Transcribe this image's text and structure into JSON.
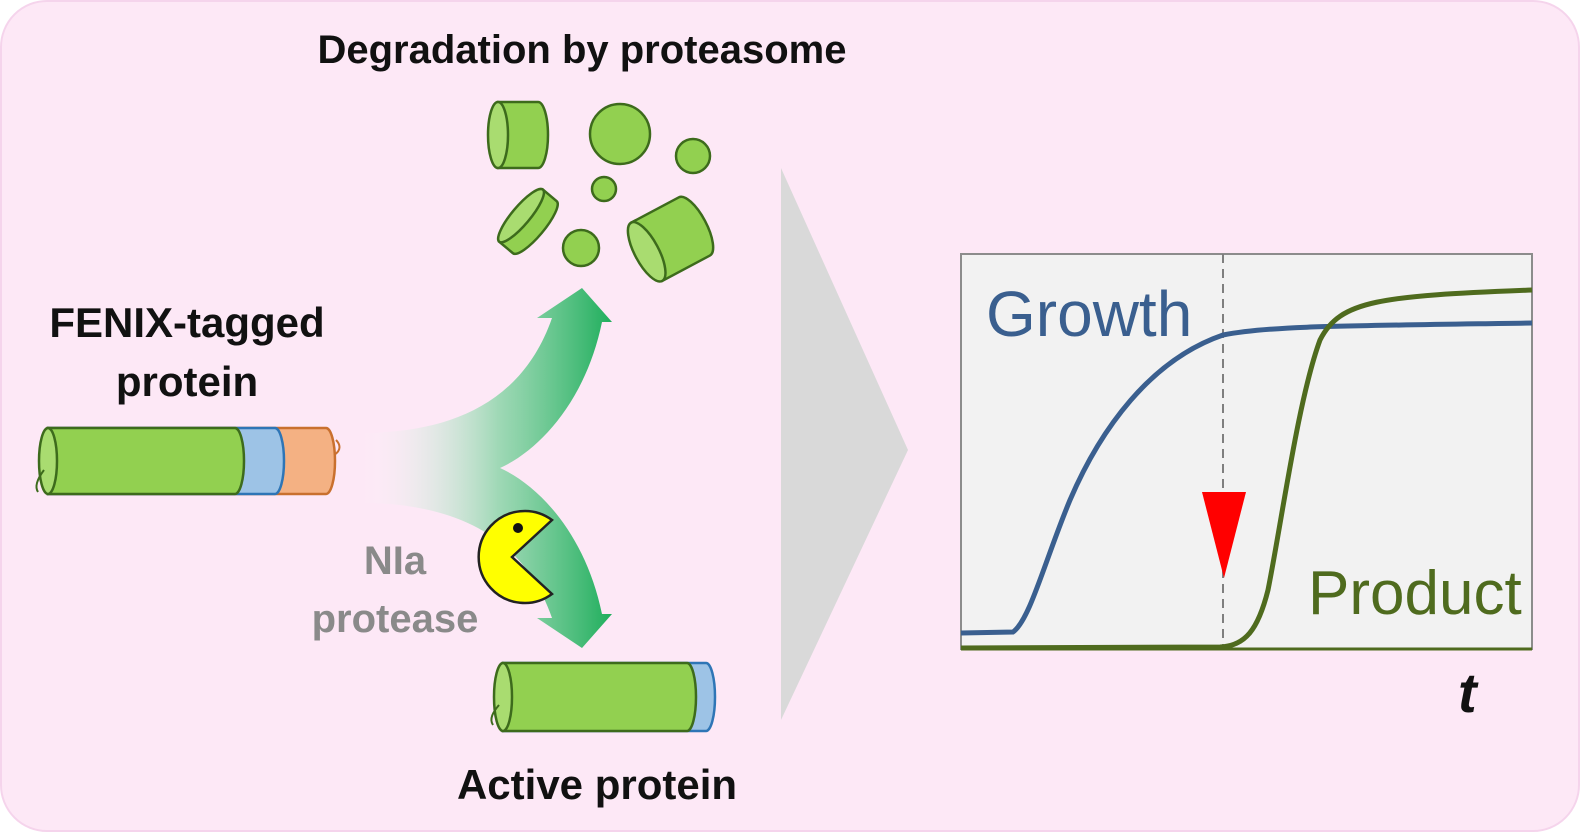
{
  "labels": {
    "degradation": "Degradation by proteasome",
    "fenix_line1": "FENIX-tagged",
    "fenix_line2": "protein",
    "nla_line1": "NIa",
    "nla_line2": "protease",
    "active": "Active protein"
  },
  "plot": {
    "growth_label": "Growth",
    "product_label": "Product",
    "time_label": "t",
    "colors": {
      "growth": "#3a5f8f",
      "product": "#4f6b1e",
      "induction_arrow": "#ff0000",
      "plot_background": "#f2f2f2",
      "panel_background": "#fde8f6"
    }
  },
  "colors": {
    "protein_body": "#92d050",
    "tag_blue": "#9dc3e6",
    "tag_orange": "#f4b183",
    "arrow_green": "#21b35f",
    "pacman": "#ffff00",
    "chevron": "#d9d9d9"
  }
}
